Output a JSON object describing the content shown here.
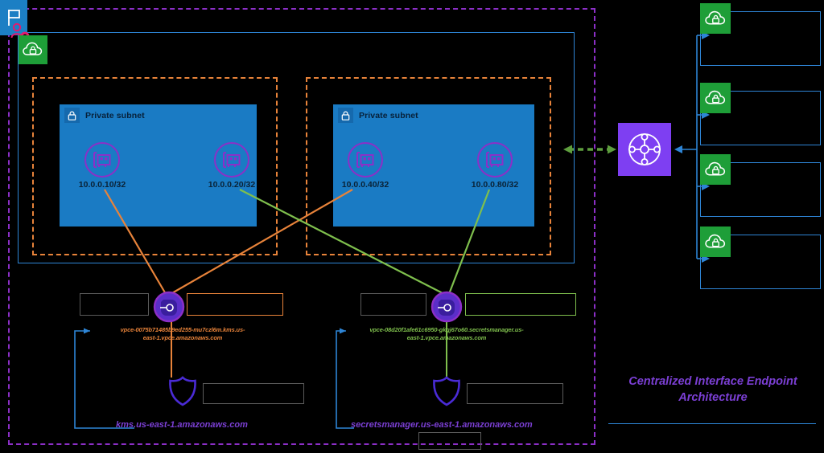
{
  "diagram": {
    "title_line1": "Centralized Interface Endpoint",
    "title_line2": "Architecture",
    "region_icon": "region-flag-icon",
    "iam_icon": "iam-user-icon",
    "vpc_icon": "vpc-cloud-icon",
    "transit_gateway_icon": "transit-gateway-icon"
  },
  "subnets": [
    {
      "label": "Private subnet",
      "lock_icon": "lock-icon"
    },
    {
      "label": "Private subnet",
      "lock_icon": "lock-icon"
    }
  ],
  "network_interfaces": [
    {
      "ip": "10.0.0.10/32",
      "icon": "network-interface-icon"
    },
    {
      "ip": "10.0.0.20/32",
      "icon": "network-interface-icon"
    },
    {
      "ip": "10.0.0.40/32",
      "icon": "network-interface-icon"
    },
    {
      "ip": "10.0.0.80/32",
      "icon": "network-interface-icon"
    }
  ],
  "endpoints": [
    {
      "icon": "vpc-endpoint-icon",
      "dns_line1": "vpce-0075b71485b9ed255-mu7czl6m.kms.us-",
      "dns_line2": "east-1.vpce.amazonaws.com",
      "accent": "#E8833A"
    },
    {
      "icon": "vpc-endpoint-icon",
      "dns_line1": "vpce-08d20f1afe61c6950-gkgj67o60.secretsmanager.us-",
      "dns_line2": "east-1.vpce.amazonaws.com",
      "accent": "#7FBF4D"
    }
  ],
  "hosted_zones": [
    {
      "icon": "route53-shield-icon",
      "domain": "kms.us-east-1.amazonaws.com"
    },
    {
      "icon": "route53-shield-icon",
      "domain": "secretsmanager.us-east-1.amazonaws.com"
    }
  ],
  "spoke_vpcs": [
    {
      "icon": "vpc-cloud-icon"
    },
    {
      "icon": "vpc-cloud-icon"
    },
    {
      "icon": "vpc-cloud-icon"
    },
    {
      "icon": "vpc-cloud-icon"
    }
  ],
  "colors": {
    "region_border": "#8C2FC7",
    "vpc_border": "#2E85D6",
    "az_border": "#E8833A",
    "subnet_fill": "#1A7BC4",
    "kms_flow": "#E8833A",
    "secrets_flow": "#7FBF4D",
    "tgw_fill": "#7E3FF2",
    "title": "#7B3FD4"
  }
}
